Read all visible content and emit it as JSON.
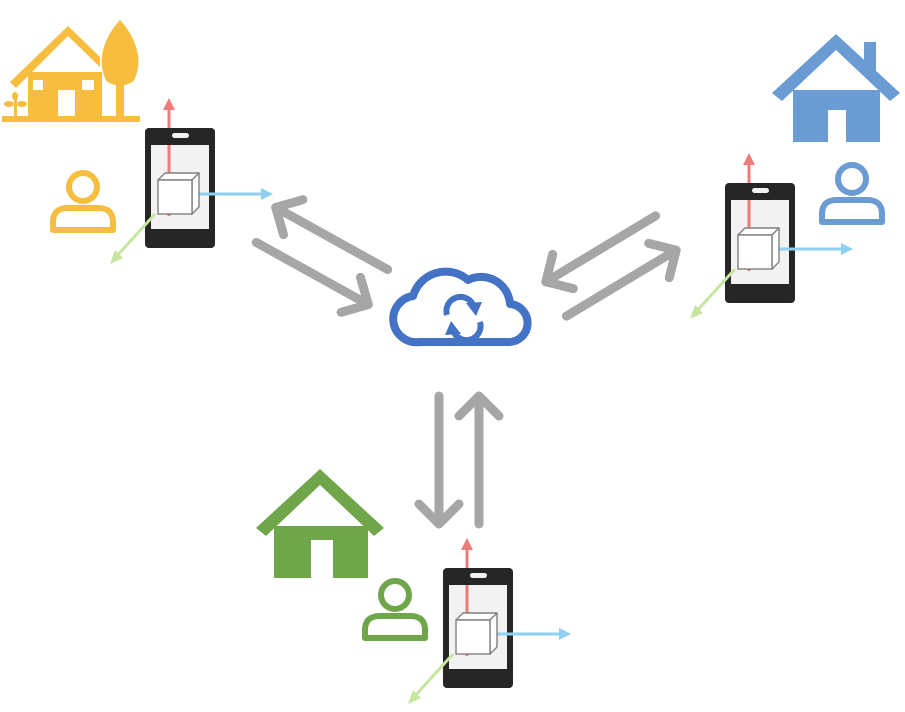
{
  "diagram": {
    "colors": {
      "background": "#ffffff",
      "arrow": "#a6a6a6",
      "cloud": "#4472c4",
      "phone": "#262626",
      "screen": "#f2f2f2",
      "cube": "#7f7f7f",
      "axis_up": "#ec7c7a",
      "axis_right": "#8fd0f2",
      "axis_depth": "#c6e5a1"
    },
    "cloud": {
      "icon": "cloud-sync-icon"
    },
    "nodes": [
      {
        "id": "top-left",
        "color": "#f6bd3f",
        "house_icon": "house-with-tree-icon",
        "user_icon": "user-icon",
        "device_icon": "smartphone-ar-icon"
      },
      {
        "id": "top-right",
        "color": "#6a9bd2",
        "house_icon": "house-with-chimney-icon",
        "user_icon": "user-icon",
        "device_icon": "smartphone-ar-icon"
      },
      {
        "id": "bottom",
        "color": "#70a64a",
        "house_icon": "house-icon",
        "user_icon": "user-icon",
        "device_icon": "smartphone-ar-icon"
      }
    ],
    "connections": [
      {
        "from": "top-left",
        "to": "cloud",
        "type": "bidirectional"
      },
      {
        "from": "top-right",
        "to": "cloud",
        "type": "bidirectional"
      },
      {
        "from": "bottom",
        "to": "cloud",
        "type": "bidirectional"
      }
    ]
  }
}
